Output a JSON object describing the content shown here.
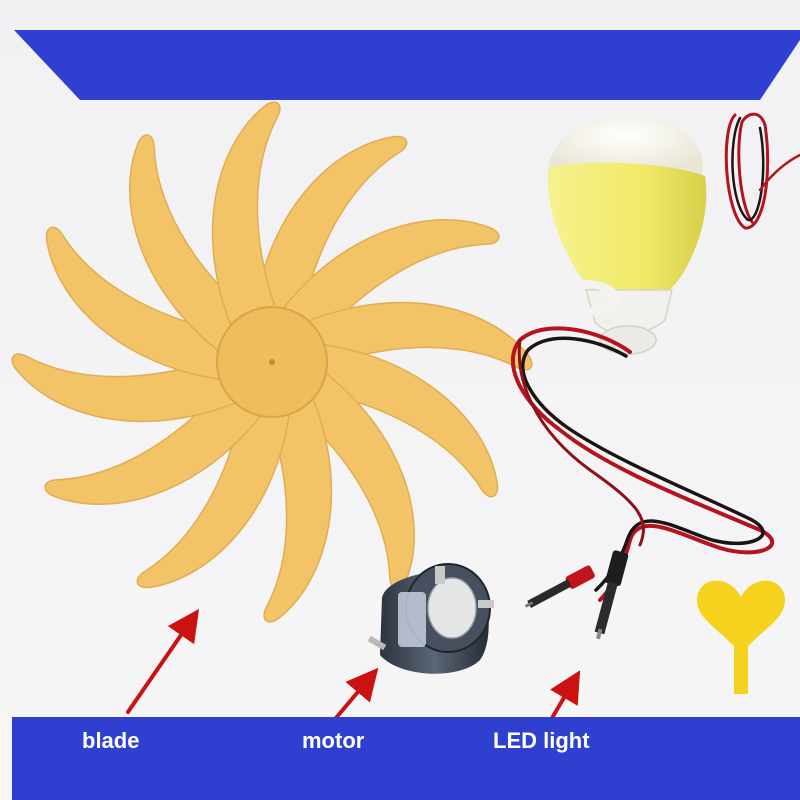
{
  "photo": {
    "labels": {
      "blade": "blade",
      "motor": "motor",
      "led": "LED light"
    },
    "colors": {
      "banner": "#2f3fcf",
      "blade": "#f2c367",
      "blade_hub": "#efbd5c",
      "bulb_top": "#f4f1e4",
      "bulb_body": "#f3ec6f",
      "bulb_base": "#f2f1ec",
      "wire_red": "#b3141e",
      "wire_black": "#1c1414",
      "arrow": "#cc1111",
      "heart": "#f5d21d",
      "motor_body": "#3e4a5a"
    },
    "icons": [
      "fan-blade-icon",
      "motor-icon",
      "led-bulb-icon",
      "heart-tag-icon",
      "arrow-icon"
    ]
  }
}
